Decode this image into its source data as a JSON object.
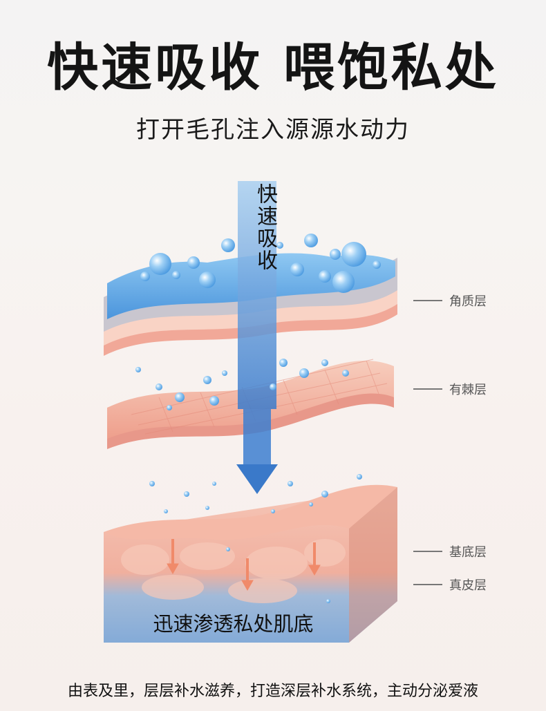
{
  "header": {
    "title": "快速吸收 喂饱私处",
    "subtitle": "打开毛孔注入源源水动力"
  },
  "diagram": {
    "arrow_label": "快速吸收",
    "layers": [
      {
        "label": "角质层"
      },
      {
        "label": "有棘层"
      },
      {
        "label": "基底层"
      },
      {
        "label": "真皮层"
      }
    ],
    "bottom_caption": "迅速渗透私处肌底"
  },
  "footer": {
    "text": "由表及里，层层补水滋养，打造深层补水系统，主动分泌爱液"
  },
  "colors": {
    "water_blue": "#5aa7e6",
    "skin_pink": "#f2b5a3",
    "arrow_blue": "#3d7fd0",
    "text_dark": "#111111"
  }
}
